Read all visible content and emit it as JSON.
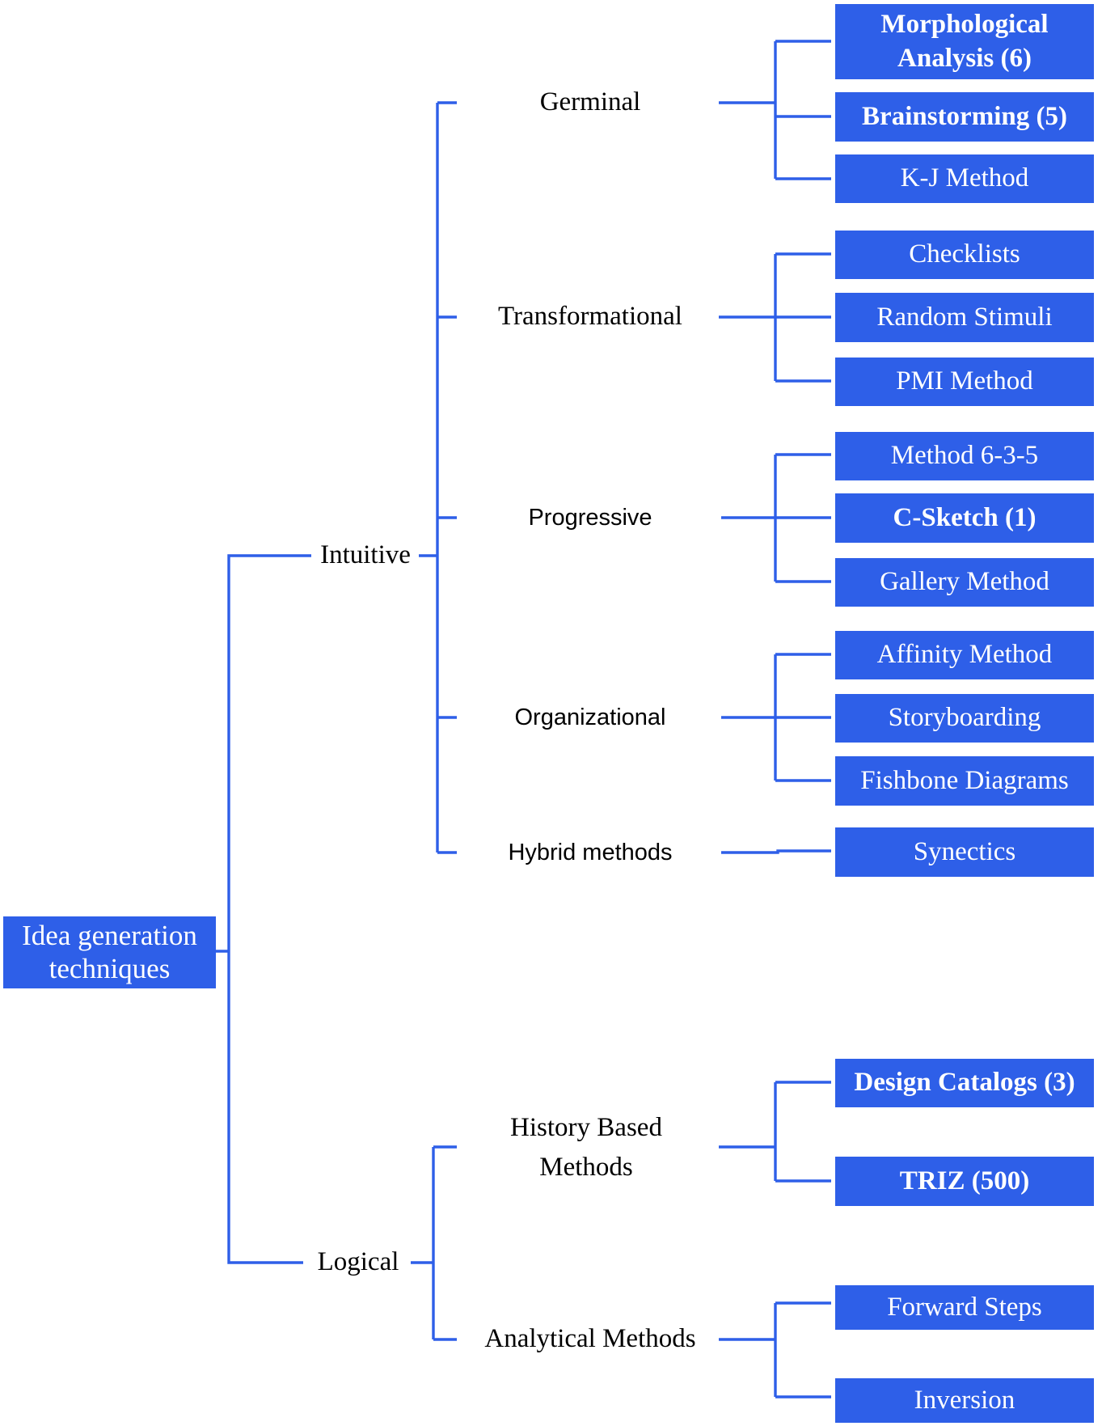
{
  "diagram": {
    "root": "Idea generation techniques",
    "categories": {
      "intuitive": {
        "label": "Intuitive",
        "groups": {
          "germinal": {
            "label": "Germinal",
            "items": [
              "Morphological Analysis (6)",
              "Brainstorming (5)",
              "K-J Method"
            ]
          },
          "transformational": {
            "label": "Transformational",
            "items": [
              "Checklists",
              "Random Stimuli",
              "PMI Method"
            ]
          },
          "progressive": {
            "label": "Progressive",
            "items": [
              "Method 6-3-5",
              "C-Sketch (1)",
              "Gallery Method"
            ]
          },
          "organizational": {
            "label": "Organizational",
            "items": [
              "Affinity Method",
              "Storyboarding",
              "Fishbone Diagrams"
            ]
          },
          "hybrid": {
            "label": "Hybrid methods",
            "items": [
              "Synectics"
            ]
          }
        }
      },
      "logical": {
        "label": "Logical",
        "groups": {
          "history": {
            "label": "History Based Methods",
            "items": [
              "Design Catalogs (3)",
              "TRIZ (500)"
            ]
          },
          "analytical": {
            "label": "Analytical Methods",
            "items": [
              "Forward Steps",
              "Inversion"
            ]
          }
        }
      }
    },
    "line_color": "#2e5fe8",
    "box_color": "#2e5fe8"
  }
}
